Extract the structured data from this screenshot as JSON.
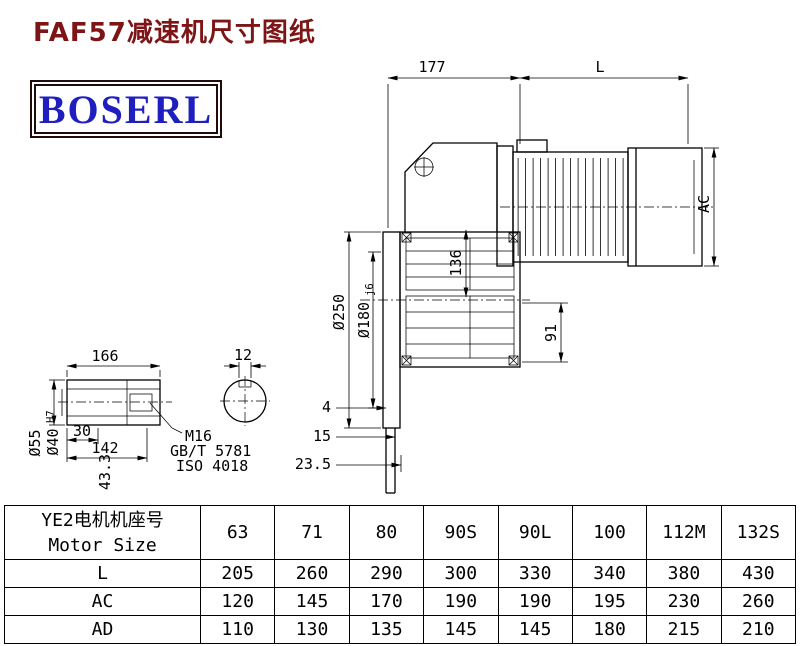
{
  "header": {
    "title": "FAF57减速机尺寸图纸",
    "logo": "BOSERL"
  },
  "drawing": {
    "dim_177": "177",
    "dim_L": "L",
    "dim_AC": "AC",
    "dim_d250": "Ø250",
    "dim_d180": "Ø180",
    "dim_d180_tol": "j6",
    "dim_136": "136",
    "dim_91": "91",
    "dim_4": "4",
    "dim_15": "15",
    "dim_23_5": "23.5"
  },
  "shaft_detail": {
    "dim_166": "166",
    "dim_12": "12",
    "dim_30": "30",
    "dim_142": "142",
    "dim_d55": "Ø55",
    "dim_d40": "Ø40",
    "dim_d40_tol": "H7",
    "dim_43_3": "43.3",
    "note_m16": "M16",
    "note_gb": "GB/T 5781",
    "note_iso": "ISO 4018"
  },
  "table": {
    "row_header_cn": "YE2电机机座号",
    "row_header_en": "Motor Size",
    "motor_sizes": [
      "63",
      "71",
      "80",
      "90S",
      "90L",
      "100",
      "112M",
      "132S"
    ],
    "rows": [
      {
        "label": "L",
        "values": [
          "205",
          "260",
          "290",
          "300",
          "330",
          "340",
          "380",
          "430"
        ]
      },
      {
        "label": "AC",
        "values": [
          "120",
          "145",
          "170",
          "190",
          "190",
          "195",
          "230",
          "260"
        ]
      },
      {
        "label": "AD",
        "values": [
          "110",
          "130",
          "135",
          "145",
          "145",
          "180",
          "215",
          "210"
        ]
      }
    ]
  }
}
